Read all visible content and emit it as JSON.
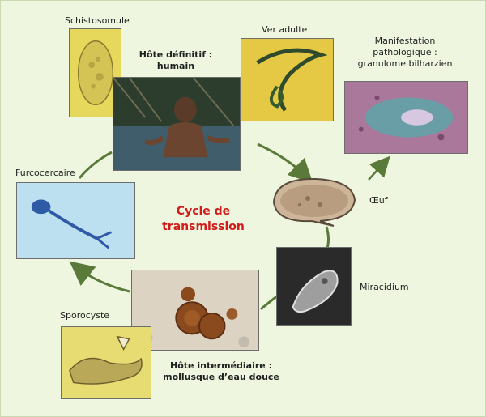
{
  "diagram": {
    "center_title_line1": "Cycle de",
    "center_title_line2": "transmission",
    "stages": {
      "schistosomule": "Schistosomule",
      "definitive_host_line1": "Hôte définitif :",
      "definitive_host_line2": "humain",
      "adult_worm": "Ver adulte",
      "pathology_line1": "Manifestation",
      "pathology_line2": "pathologique :",
      "pathology_line3": "granulome bilharzien",
      "egg": "Œuf",
      "miracidium": "Miracidium",
      "furcocercaire": "Furcocercaire",
      "sporocyste": "Sporocyste",
      "intermediate_host_line1": "Hôte intermédiaire :",
      "intermediate_host_line2": "mollusque d’eau douce"
    }
  }
}
